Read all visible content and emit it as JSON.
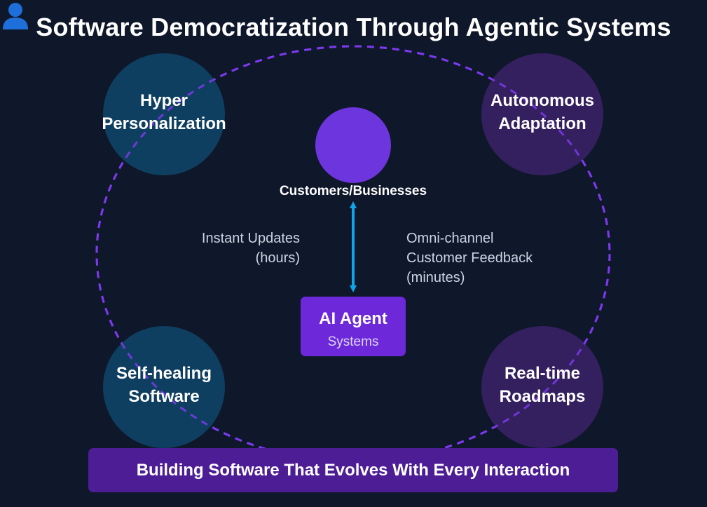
{
  "title": "Software Democratization Through Agentic Systems",
  "colors": {
    "background": "#0f172a",
    "blue_circle": "#0f3f60",
    "purple_circle": "#34205f",
    "center_circle": "#6d35dd",
    "dashed_ring": "#7c3aed",
    "arrow": "#0ea5e9",
    "agent_box": "#6d28d9",
    "banner": "#4c1d95"
  },
  "circles": {
    "top_left": {
      "line1": "Hyper",
      "line2": "Personalization"
    },
    "top_right": {
      "line1": "Autonomous",
      "line2": "Adaptation"
    },
    "bottom_left": {
      "line1": "Self-healing",
      "line2": "Software"
    },
    "bottom_right": {
      "line1": "Real-time",
      "line2": "Roadmaps"
    }
  },
  "center": {
    "icon": "person-icon",
    "label": "Customers/Businesses"
  },
  "left_text": {
    "line1": "Instant Updates",
    "line2": "(hours)"
  },
  "right_text": {
    "line1": "Omni-channel",
    "line2": "Customer Feedback",
    "line3": "(minutes)"
  },
  "agent": {
    "title": "AI Agent",
    "subtitle": "Systems"
  },
  "banner": "Building Software That Evolves With Every Interaction"
}
